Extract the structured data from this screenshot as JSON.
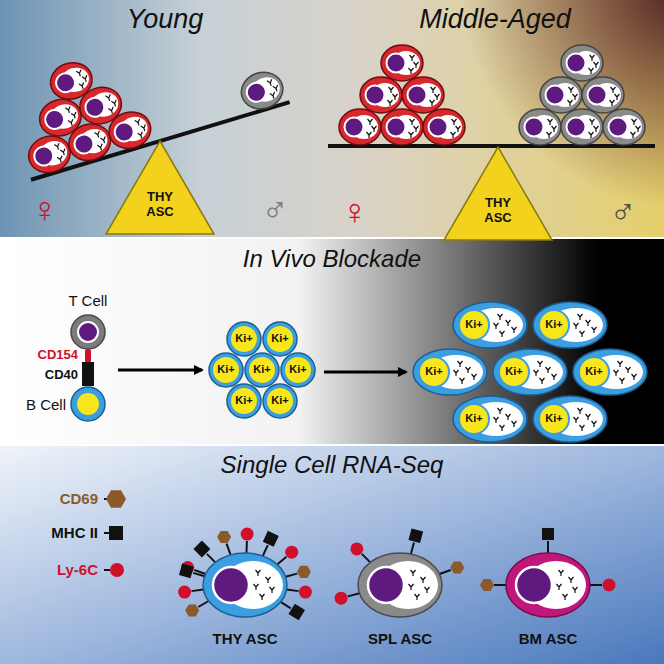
{
  "diagram": {
    "nodes": [
      {
        "text": [
          "THY ASC"
        ]
      },
      {
        "text": [
          "THY ASC"
        ]
      },
      {
        "text": [
          "Ki+"
        ]
      },
      {
        "text": [
          "Ki+"
        ]
      },
      {
        "text": [
          "Ki+"
        ]
      },
      {
        "text": [
          "Ki+"
        ]
      },
      {
        "text": [
          "Ki+"
        ]
      },
      {
        "text": [
          "Ki+"
        ]
      },
      {
        "text": [
          "Ki+"
        ]
      },
      {
        "text": [
          "Ki+"
        ]
      },
      {
        "text": [
          "Ki+"
        ]
      },
      {
        "text": [
          "Ki+"
        ]
      },
      {
        "text": [
          "Ki+"
        ]
      },
      {
        "text": [
          "Ki+"
        ]
      },
      {
        "text": [
          "Ki+"
        ]
      },
      {
        "text": [
          "Ki+"
        ]
      },
      {
        "text": [
          "THY ASC"
        ]
      },
      {
        "text": [
          "SPL ASC"
        ]
      },
      {
        "text": [
          "BM ASC"
        ]
      }
    ],
    "labels": [
      "Young",
      "Middle-Aged",
      "♀",
      "♂",
      "♀",
      "♂",
      "In Vivo Blockade",
      "T Cell",
      "CD154",
      "CD40",
      "B Cell",
      "Single Cell RNA-Seq"
    ],
    "legend": [
      {
        "text": "CD69"
      },
      {
        "text": "MHC II"
      },
      {
        "text": "Ly-6C"
      }
    ]
  }
}
